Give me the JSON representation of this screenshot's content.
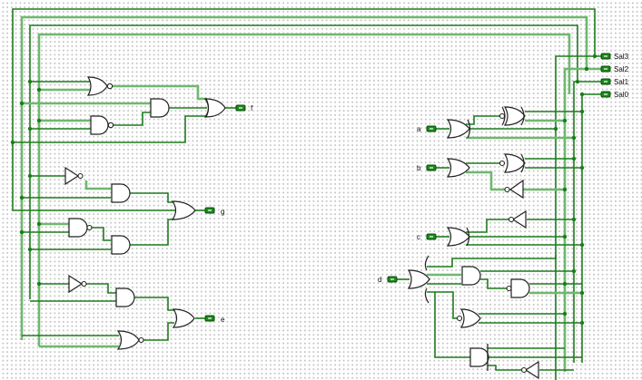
{
  "app": "Logic circuit editor canvas",
  "colors": {
    "wire_dark": "#1e7d1e",
    "wire_light": "#6fb86f",
    "pin_fill": "#1c8a1c",
    "grid_dot": "#c4c4c4",
    "background": "#ffffff"
  },
  "inputs": [
    {
      "id": "a",
      "label": "a"
    },
    {
      "id": "b",
      "label": "b"
    },
    {
      "id": "c",
      "label": "c"
    },
    {
      "id": "d",
      "label": "d"
    }
  ],
  "outputs": [
    {
      "id": "sal3",
      "label": "Sal3"
    },
    {
      "id": "sal2",
      "label": "Sal2"
    },
    {
      "id": "sal1",
      "label": "Sal1"
    },
    {
      "id": "sal0",
      "label": "Sal0"
    },
    {
      "id": "f",
      "label": "f"
    },
    {
      "id": "g",
      "label": "g"
    },
    {
      "id": "e",
      "label": "e"
    }
  ],
  "gates": {
    "f_block": [
      "NOR",
      "NAND",
      "AND",
      "OR"
    ],
    "g_block": [
      "NOT",
      "AND",
      "NAND",
      "AND",
      "OR"
    ],
    "e_block": [
      "NOT",
      "AND",
      "NOR",
      "OR"
    ],
    "encoder_block": [
      "OR(a)",
      "XNOR",
      "OR(b)",
      "XNOR",
      "NOT",
      "OR(c)",
      "NOT",
      "OR(d)",
      "AND",
      "NAND",
      "NOR",
      "AND",
      "NOT"
    ]
  }
}
